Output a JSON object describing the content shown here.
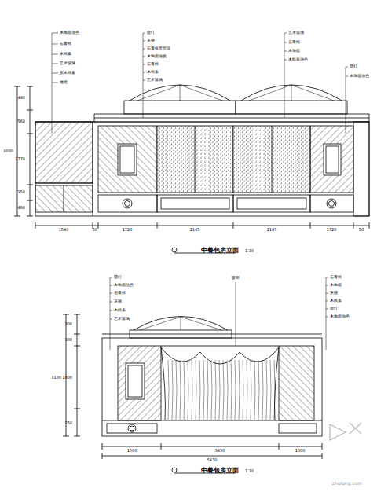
{
  "diagram": {
    "labels": [
      "中餐包房立面",
      "1:30",
      "中餐包房立面",
      "1:30",
      "木饰面油色",
      "石膏线",
      "木线条",
      "艺术玻璃",
      "实木线条",
      "墙纸",
      "壁灯",
      "灰镜",
      "石膏板造型顶",
      "木饰面油色",
      "石膏线",
      "木线条",
      "艺术玻璃",
      "艺术玻璃",
      "石膏线",
      "木饰面",
      "木线条油色",
      "壁灯",
      "木饰面油色",
      "1540",
      "50",
      "1720",
      "2145",
      "2145",
      "1720",
      "50",
      "440",
      "560",
      "1770",
      "3000",
      "150",
      "460",
      "壁灯",
      "木饰面油色",
      "石膏线",
      "灰镜",
      "木线条",
      "艺术玻璃",
      "窗帘",
      "石膏线",
      "木饰面",
      "灰镜",
      "木线条",
      "壁灯",
      "木饰面油色",
      "300",
      "300",
      "1800",
      "250",
      "3100",
      "1000",
      "3430",
      "1000",
      "5430",
      "zhulong.com"
    ]
  }
}
